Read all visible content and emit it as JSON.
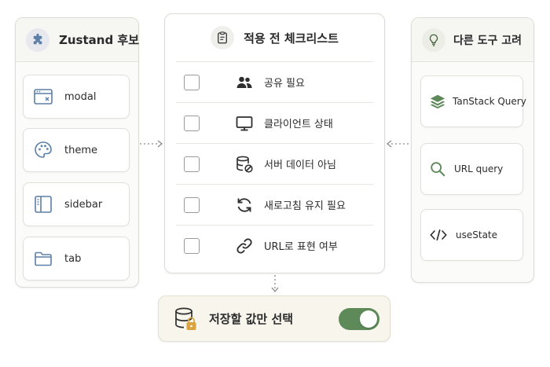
{
  "candidates": {
    "title": "Zustand 후보",
    "items": [
      {
        "label": "modal",
        "icon": "window-icon"
      },
      {
        "label": "theme",
        "icon": "palette-icon"
      },
      {
        "label": "sidebar",
        "icon": "sidebar-icon"
      },
      {
        "label": "tab",
        "icon": "folder-icon"
      }
    ]
  },
  "checklist": {
    "title": "적용 전 체크리스트",
    "items": [
      {
        "label": "공유 필요",
        "icon": "users-icon",
        "checked": false
      },
      {
        "label": "클라이언트 상태",
        "icon": "monitor-icon",
        "checked": false
      },
      {
        "label": "서버 데이터 아님",
        "icon": "database-off-icon",
        "checked": false
      },
      {
        "label": "새로고침 유지 필요",
        "icon": "refresh-icon",
        "checked": false
      },
      {
        "label": "URL로 표현 여부",
        "icon": "link-icon",
        "checked": false
      }
    ]
  },
  "alternatives": {
    "title": "다른 도구 고려",
    "items": [
      {
        "label": "TanStack Query",
        "icon": "layers-icon"
      },
      {
        "label": "URL query",
        "icon": "search-icon"
      },
      {
        "label": "useState",
        "icon": "code-icon"
      }
    ]
  },
  "result": {
    "label": "저장할 값만 선택",
    "icon": "database-lock-icon",
    "toggle_on": true
  },
  "colors": {
    "icon_blue": "#5b7fa6",
    "icon_green": "#5e8a5a",
    "icon_dark": "#2f2f2f",
    "toggle_on": "#5e8a5a",
    "result_bg": "#f7f5ec",
    "lock_orange": "#d9a441"
  }
}
